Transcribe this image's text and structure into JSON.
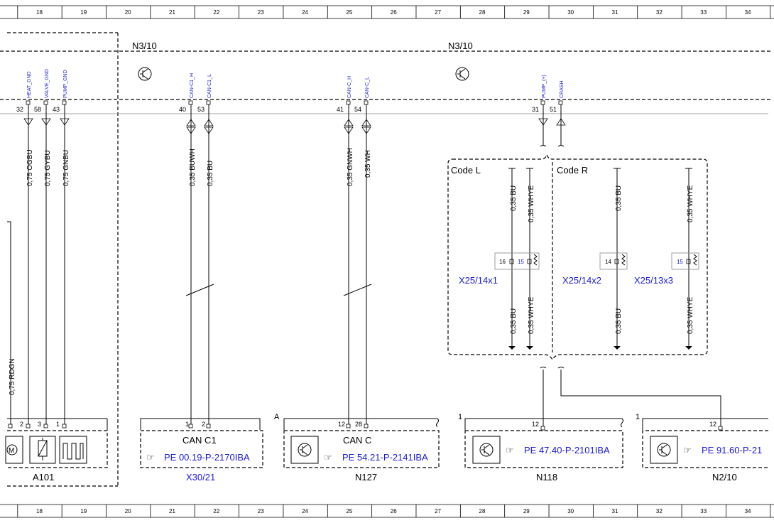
{
  "ruler": {
    "columns": [
      "18",
      "19",
      "20",
      "21",
      "22",
      "23",
      "24",
      "25",
      "26",
      "27",
      "28",
      "29",
      "30",
      "31",
      "32",
      "33",
      "34"
    ]
  },
  "modules": {
    "left": "N3/10",
    "right": "N3/10"
  },
  "signals": {
    "heat_gnd": "HEAT_GND",
    "valve_gnd": "VALVE_GND",
    "pump_gnd": "PUMP_GND",
    "can_c1_h": "CAN-C1_H",
    "can_c1_l": "CAN-C1_L",
    "can_c_h": "CAN-C_H",
    "can_c_l": "CAN-C_L",
    "pump_plus": "PUMP_(+)",
    "crash": "CRASH"
  },
  "pins": {
    "p32": "32",
    "p58": "58",
    "p43": "43",
    "p40": "40",
    "p53": "53",
    "p41": "41",
    "p54": "54",
    "p31": "31",
    "p51": "51"
  },
  "wires": {
    "w_ogbu": "0,75 OGBU",
    "w_gybu": "0,75 GYBU",
    "w_gnbu": "0,75 GNBU",
    "w_buwh": "0,35 BUWH",
    "w_bu_c1": "0,35 BU",
    "w_gnwh": "0,35 GNWH",
    "w_wh": "0,35 WH",
    "w_rdgn": "0,75 RDGN",
    "codeL_bu_top": "0,35 BU",
    "codeL_whye_top": "0,35 WHYE",
    "codeL_bu_bot": "0,35 BU",
    "codeL_whye_bot": "0,35 WHYE",
    "codeR_bu_top": "0,35 BU",
    "codeR_whye_top": "0,35 WHYE",
    "codeR_bu_bot": "0,35 BU",
    "codeR_whye_bot": "0,35 WHYE"
  },
  "codes": {
    "code_l": "Code L",
    "code_r": "Code R"
  },
  "connectors": {
    "x25_14x1": "X25/14x1",
    "x25_14x1_pin_a": "16",
    "x25_14x1_pin_b": "15",
    "x25_14x2": "X25/14x2",
    "x25_14x2_pin": "14",
    "x25_13x3": "X25/13x3",
    "x25_13x3_pin": "15"
  },
  "components": {
    "a101": {
      "name": "A101",
      "pins": [
        "2",
        "3",
        "1"
      ]
    },
    "x30_21": {
      "name": "X30/21",
      "title": "CAN C1",
      "ref": "PE 00.19-P-2170IBA",
      "pins": [
        "1",
        "2"
      ]
    },
    "n127": {
      "name": "N127",
      "title": "CAN C",
      "ref": "PE 54.21-P-2141IBA",
      "marker": "A",
      "pins": [
        "12",
        "28"
      ]
    },
    "n118": {
      "name": "N118",
      "ref": "PE 47.40-P-2101IBA",
      "marker": "1",
      "pins": [
        "12"
      ]
    },
    "n2_10": {
      "name": "N2/10",
      "ref": "PE 91.60-P-21",
      "marker": "1",
      "pins": [
        "12"
      ]
    }
  },
  "colors": {
    "line": "#000000",
    "signal_text": "#1a1ad6",
    "background": "#ffffff"
  },
  "icons": [
    "transistor-icon",
    "hand-pointer-icon",
    "motor-icon",
    "valve-icon",
    "heater-icon",
    "resistor-icon"
  ]
}
